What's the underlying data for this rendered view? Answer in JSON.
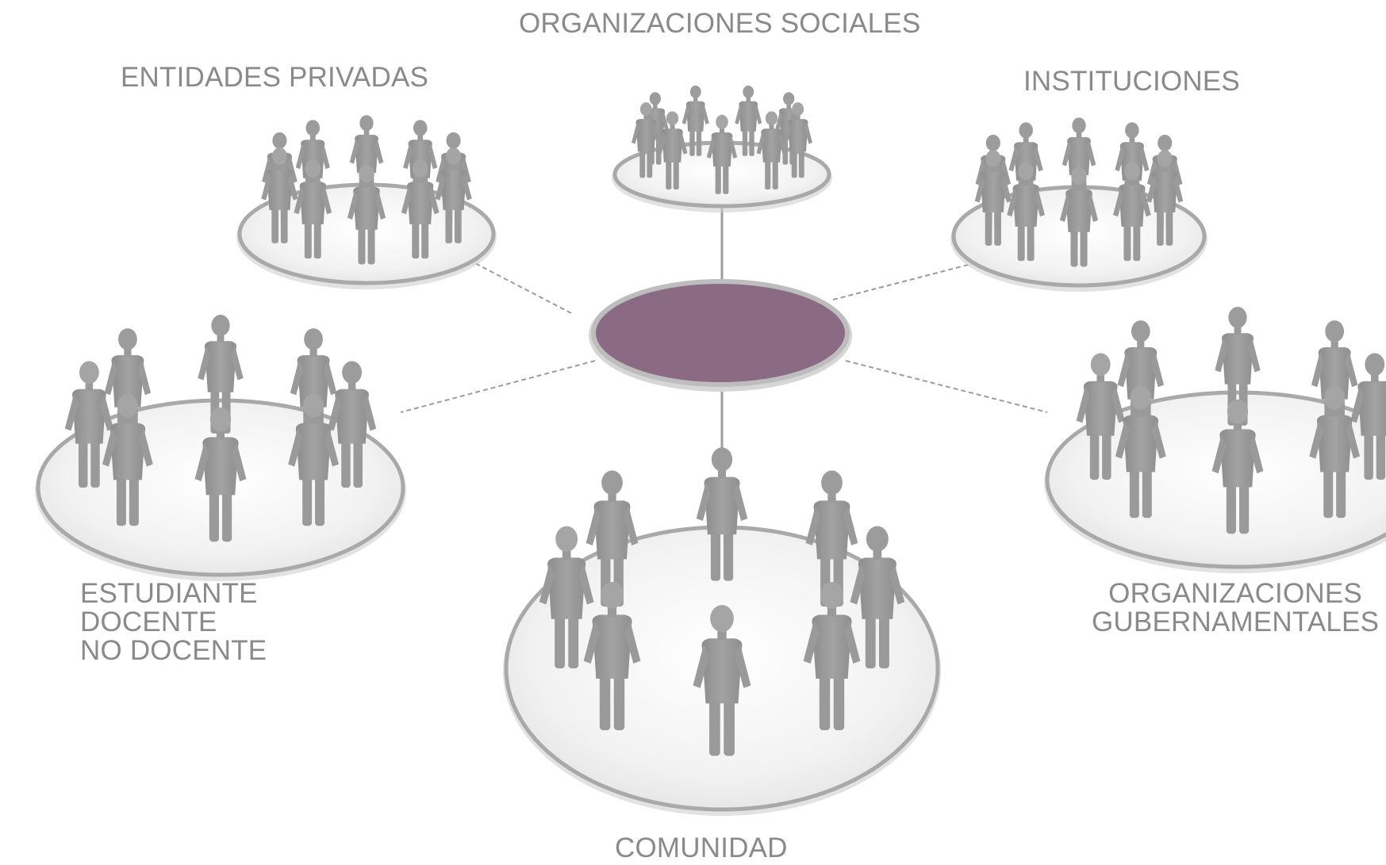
{
  "diagram": {
    "hub": {
      "fill": "#8b6a84",
      "stroke": "#bdbdbd"
    },
    "colors": {
      "figure": "#9a9a9a",
      "figure_head": "#a5a5a5",
      "platform_fill": "#f1f1f1",
      "platform_rim": "#a9a9a9",
      "connector": "#9c9c9c",
      "label_text": "#8a8a8a"
    },
    "groups": [
      {
        "id": "organizaciones-sociales",
        "lines": [
          "ORGANIZACIONES SOCIALES"
        ]
      },
      {
        "id": "entidades-privadas",
        "lines": [
          "ENTIDADES PRIVADAS"
        ]
      },
      {
        "id": "instituciones",
        "lines": [
          "INSTITUCIONES"
        ]
      },
      {
        "id": "estudiante-docente",
        "lines": [
          "ESTUDIANTE",
          "DOCENTE",
          "NO DOCENTE"
        ]
      },
      {
        "id": "organizaciones-gubernamentales",
        "lines": [
          "ORGANIZACIONES",
          "GUBERNAMENTALES"
        ]
      },
      {
        "id": "comunidad",
        "lines": [
          "COMUNIDAD"
        ]
      }
    ]
  }
}
